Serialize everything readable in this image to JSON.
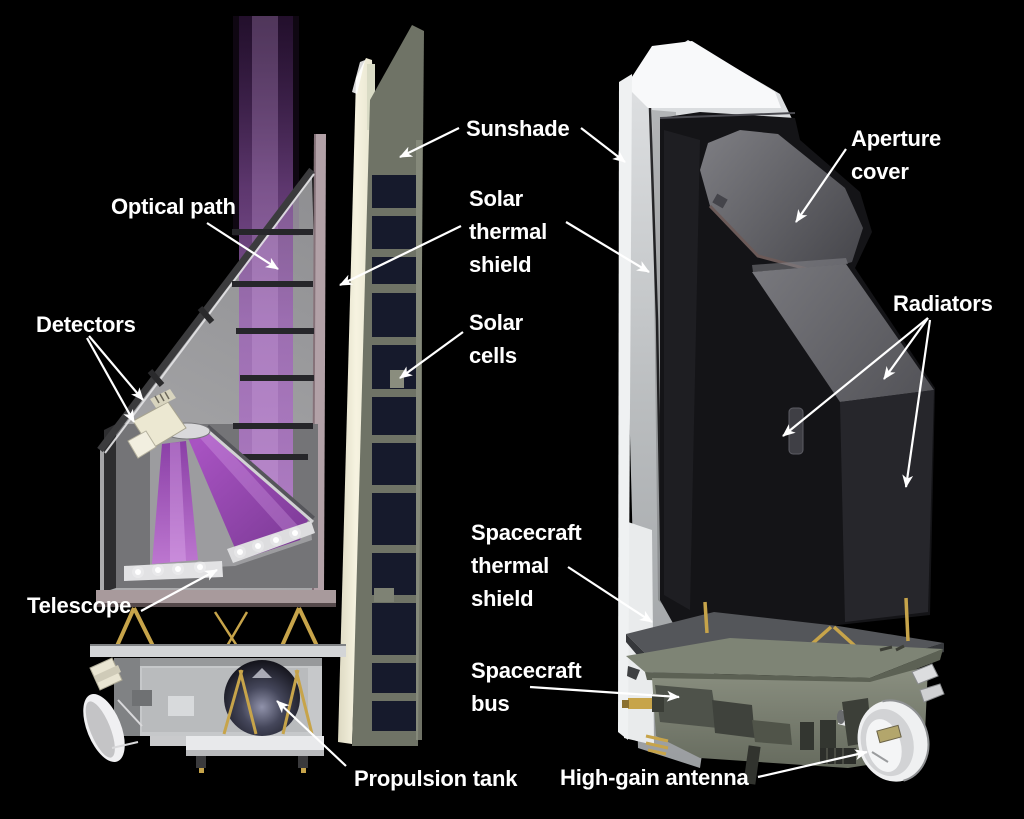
{
  "figure": {
    "kind": "annotated spacecraft diagram",
    "views": {
      "left": "cutaway-view",
      "right": "external-view"
    }
  },
  "callouts": {
    "optical_path": "Optical path",
    "detectors": "Detectors",
    "telescope": "Telescope",
    "propulsion_tank": "Propulsion tank",
    "sunshade": "Sunshade",
    "solar_thermal_shield": "Solar\nthermal\nshield",
    "solar_cells": "Solar\ncells",
    "aperture_cover": "Aperture\ncover",
    "radiators": "Radiators",
    "spacecraft_thermal_shield": "Spacecraft\nthermal\nshield",
    "spacecraft_bus": "Spacecraft\nbus",
    "high_gain_antenna": "High-gain antenna"
  },
  "colors": {
    "bg": "#000000",
    "label_text": "#ffffff",
    "arrow": "#ffffff",
    "beam_purple": "#9c66b4",
    "cone_purple": "#a44fc0",
    "shade_gray": "#98989b",
    "ivory_shade": "#efecd8",
    "mauve_shield": "#b2a1a7",
    "solar_cell_navy": "#161a2c",
    "solar_frame_olive": "#6f7366",
    "gold_strut": "#c7a44a",
    "wedge_light": "#d7d9db",
    "radiator_dark": "#232327",
    "cover_gray": "#5f5f64",
    "thermal_plate": "#54565a",
    "bus_green": "#868b7c",
    "antenna_white": "#f0f1f2",
    "tank_dark": "#2a2b38"
  }
}
